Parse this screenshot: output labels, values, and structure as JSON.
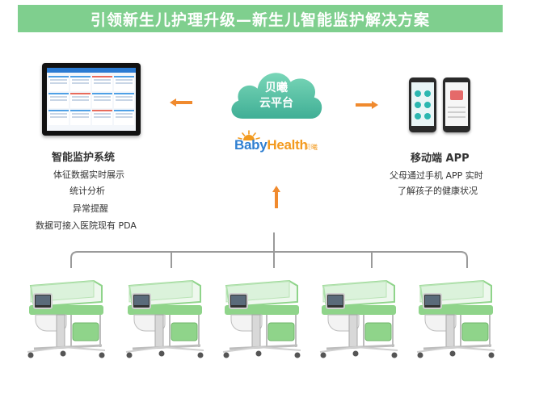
{
  "banner": {
    "title": "引领新生儿护理升级—新生儿智能监护解决方案"
  },
  "cloud": {
    "line1": "贝曦",
    "line2": "云平台"
  },
  "logo": {
    "baby": "Baby",
    "health": "Health",
    "sub": "贝曦"
  },
  "left_panel": {
    "title": "智能监护系统",
    "features": [
      "体征数据实时展示",
      "统计分析",
      "异常提醒",
      "数据可接入医院现有 PDA"
    ]
  },
  "right_panel": {
    "title": "移动端 APP",
    "desc_line1": "父母通过手机 APP 实时",
    "desc_line2": "了解孩子的健康状况"
  },
  "colors": {
    "banner": "#7fcf8e",
    "cloud": "#5fc4a6",
    "arrow": "#f08a2e",
    "crib_green": "#8fd48a",
    "connector": "#9a9a9a"
  },
  "icons": {
    "monitor": "monitor-icon",
    "cloud": "cloud-icon",
    "phone": "smartphone-icon",
    "crib": "infant-crib-icon"
  },
  "cribs": [
    {
      "id": 1
    },
    {
      "id": 2
    },
    {
      "id": 3
    },
    {
      "id": 4
    },
    {
      "id": 5
    }
  ]
}
